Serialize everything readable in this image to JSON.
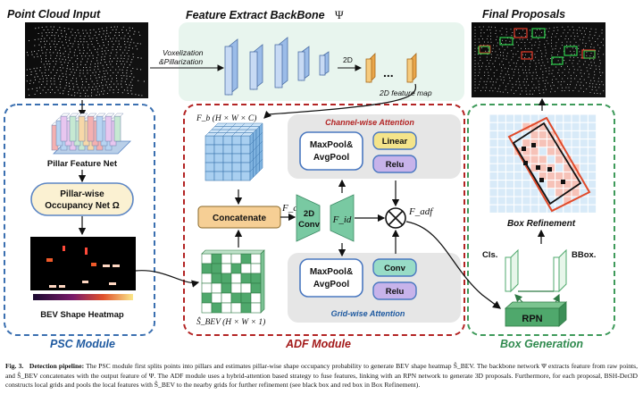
{
  "sections": {
    "point_cloud_input": "Point Cloud Input",
    "feature_backbone": "Feature Extract BackBone",
    "feature_backbone_symbol": "Ψ",
    "final_proposals": "Final Proposals",
    "psc_module": "PSC Module",
    "adf_module": "ADF Module",
    "box_generation": "Box Generation"
  },
  "backbone": {
    "voxelization": "Voxelization",
    "pillarization": "&Pillarization",
    "dots": "...",
    "label_2d": "2D",
    "feature_map": "2D feature map"
  },
  "psc": {
    "pillar_feature_net": "Pillar Feature Net",
    "occupancy_line1": "Pillar-wise",
    "occupancy_line2": "Occupancy Net Ω",
    "heatmap_label": "BEV Shape Heatmap"
  },
  "adf": {
    "fb_label": "F_b (H × W × C)",
    "concatenate": "Concatenate",
    "sbev_label": "Ŝ_BEV (H × W × 1)",
    "fc": "F_c",
    "conv2d_line1": "2D",
    "conv2d_line2": "Conv",
    "fid": "F_id",
    "fadf": "F_adf",
    "channel_title": "Channel-wise Attention",
    "grid_title": "Grid-wise Attention",
    "maxpool_line1": "MaxPool&",
    "maxpool_line2": "AvgPool",
    "linear": "Linear",
    "relu": "Relu",
    "conv": "Conv"
  },
  "boxgen": {
    "box_refinement": "Box Refinement",
    "cls": "Cls.",
    "bbox": "BBox.",
    "rpn": "RPN"
  },
  "caption": {
    "fig": "Fig. 3.",
    "title": "Detection pipeline:",
    "body": "The PSC module first splits points into pillars and estimates pillar-wise shape occupancy probability to generate BEV shape heatmap Ŝ_BEV. The backbone network Ψ extracts feature from raw points, and Ŝ_BEV concatenates with the output feature of Ψ. The ADF module uses a hybrid-attention based strategy to fuse features, linking with an RPN network to generate 3D proposals. Furthermore, for each proposal, BSH-Det3D constructs local grids and pools the local features with Ŝ_BEV to the nearby grids for further refinement (see black box and red box in Box Refinement)."
  },
  "colors": {
    "psc_border": "#3a6fb0",
    "adf_border": "#b32424",
    "boxgen_border": "#3e9a5a",
    "psc_title": "#1f5aa0",
    "adf_title": "#a31919",
    "boxgen_title": "#2f8a4e",
    "backbone_bg": "#e8f5ee",
    "conv_green": "#79c9a2",
    "rpn_green": "#4fa86c",
    "linear_yellow": "#f4e48a",
    "relu_purple": "#c7b3ea",
    "conv_teal": "#98dcc6",
    "concat_orange": "#f6cf95"
  }
}
